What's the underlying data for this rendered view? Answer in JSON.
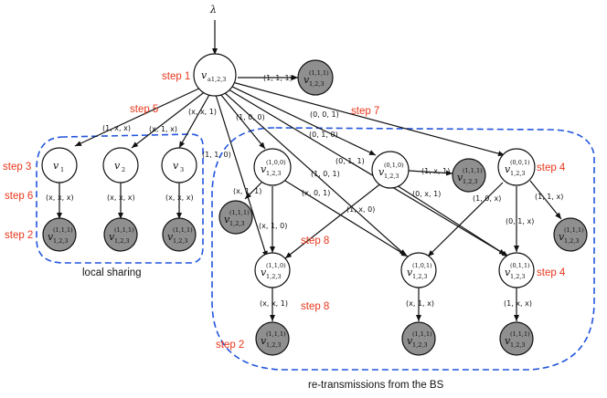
{
  "source_label": "λ",
  "root_node": {
    "label": "v",
    "sub": "a1,2,3"
  },
  "edge_labels": {
    "root_to_top": "(1, 1, 1)",
    "root_to_v1": "(1, x, x)",
    "root_to_v2": "(x, 1, x)",
    "root_to_v3": "(x, x, 1)",
    "root_to_b1": "(1, 1, 0)",
    "root_to_b2": "(1, 0, 0)",
    "root_to_b3": "(1, 0, 1)",
    "root_to_b4": "(0, 1, 1)",
    "root_to_b5": "(0, 1, 0)",
    "root_to_b6": "(0, 0, 1)",
    "v1_down": "(x, x, x)",
    "v2_down": "(x, x, x)",
    "v3_down": "(x, x, x)",
    "n100_left": "(x, 1, 1)",
    "n100_down": "(x, 1, 0)",
    "n100_right": "(x, 0, 1)",
    "n010_right": "(1, x, 1)",
    "n010_left": "(1, x, 0)",
    "n010_down": "(0, x, 1)",
    "n001_left": "(1, 0, x)",
    "n001_down": "(0, 1, x)",
    "n001_right": "(1, 1, x)",
    "n110_down": "(x, x, 1)",
    "n101_down": "(x, 1, x)",
    "n011_down": "(1, x, x)"
  },
  "nodes": {
    "v1": {
      "label": "v",
      "sub": "1"
    },
    "v2": {
      "label": "v",
      "sub": "2"
    },
    "v3": {
      "label": "v",
      "sub": "3"
    },
    "n100": {
      "label": "v",
      "sup": "(1,0,0)",
      "sub": "1,2,3"
    },
    "n010": {
      "label": "v",
      "sup": "(0,1,0)",
      "sub": "1,2,3"
    },
    "n001": {
      "label": "v",
      "sup": "(0,0,1)",
      "sub": "1,2,3"
    },
    "n110": {
      "label": "v",
      "sup": "(1,1,0)",
      "sub": "1,2,3"
    },
    "n101": {
      "label": "v",
      "sup": "(1,0,1)",
      "sub": "1,2,3"
    },
    "n011": {
      "label": "v",
      "sup": "(0,1,1)",
      "sub": "1,2,3"
    },
    "term": {
      "label": "v",
      "sup": "(1,1,1)",
      "sub": "1,2,3"
    }
  },
  "steps": {
    "step1": "step 1",
    "step2a": "step 2",
    "step2b": "step 2",
    "step3": "step 3",
    "step4a": "step 4",
    "step4b": "step 4",
    "step5": "step 5",
    "step6": "step 6",
    "step7": "step 7",
    "step8a": "step 8",
    "step8b": "step 8"
  },
  "captions": {
    "local": "local sharing",
    "bs": "re-transmissions from the BS"
  },
  "colors": {
    "step": "#e8371c",
    "region": "#2255dd",
    "terminal": "#8f8f8f"
  }
}
